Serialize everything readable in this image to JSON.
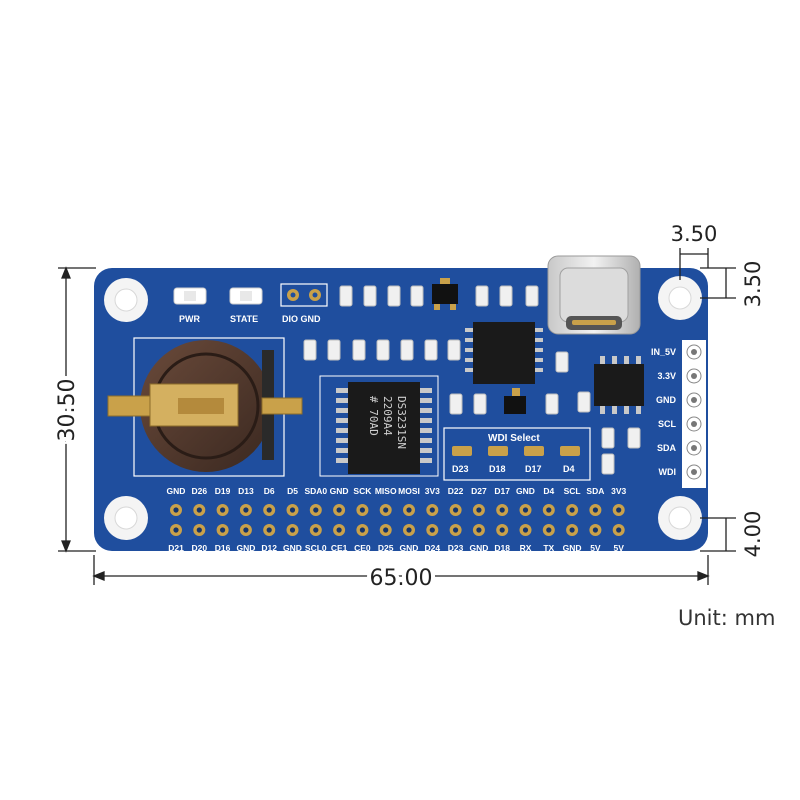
{
  "dimensions": {
    "width": "65.00",
    "height": "30.50",
    "hole_offset_x": "3.50",
    "hole_offset_y": "3.50",
    "hole_offset_bottom": "4.00",
    "unit_label": "Unit: mm"
  },
  "board": {
    "indicators": [
      "PWR",
      "STATE"
    ],
    "debug_header": "DIO GND",
    "chip_main": [
      "DS3231SN",
      "2209A4",
      "# 70AD"
    ],
    "wdi_select": {
      "title": "WDI Select",
      "options": [
        "D23",
        "D18",
        "D17",
        "D4"
      ]
    },
    "side_header": [
      "IN_5V",
      "3.3V",
      "GND",
      "SCL",
      "SDA",
      "WDI"
    ],
    "gpio_top_labels": [
      "GND",
      "D26",
      "D19",
      "D13",
      "D6",
      "D5",
      "SDA0",
      "GND",
      "SCK",
      "MISO",
      "MOSI",
      "3V3",
      "D22",
      "D27",
      "D17",
      "GND",
      "D4",
      "SCL",
      "SDA",
      "3V3"
    ],
    "gpio_bottom_labels": [
      "D21",
      "D20",
      "D16",
      "GND",
      "D12",
      "GND",
      "SCL0",
      "CE1",
      "CE0",
      "D25",
      "GND",
      "D24",
      "D23",
      "GND",
      "D18",
      "RX",
      "TX",
      "GND",
      "5V",
      "5V"
    ]
  },
  "colors": {
    "pcb": "#1f4e9e",
    "silkscreen": "#ffffff",
    "copper": "#c9a14a",
    "chip": "#1a1a1a"
  }
}
